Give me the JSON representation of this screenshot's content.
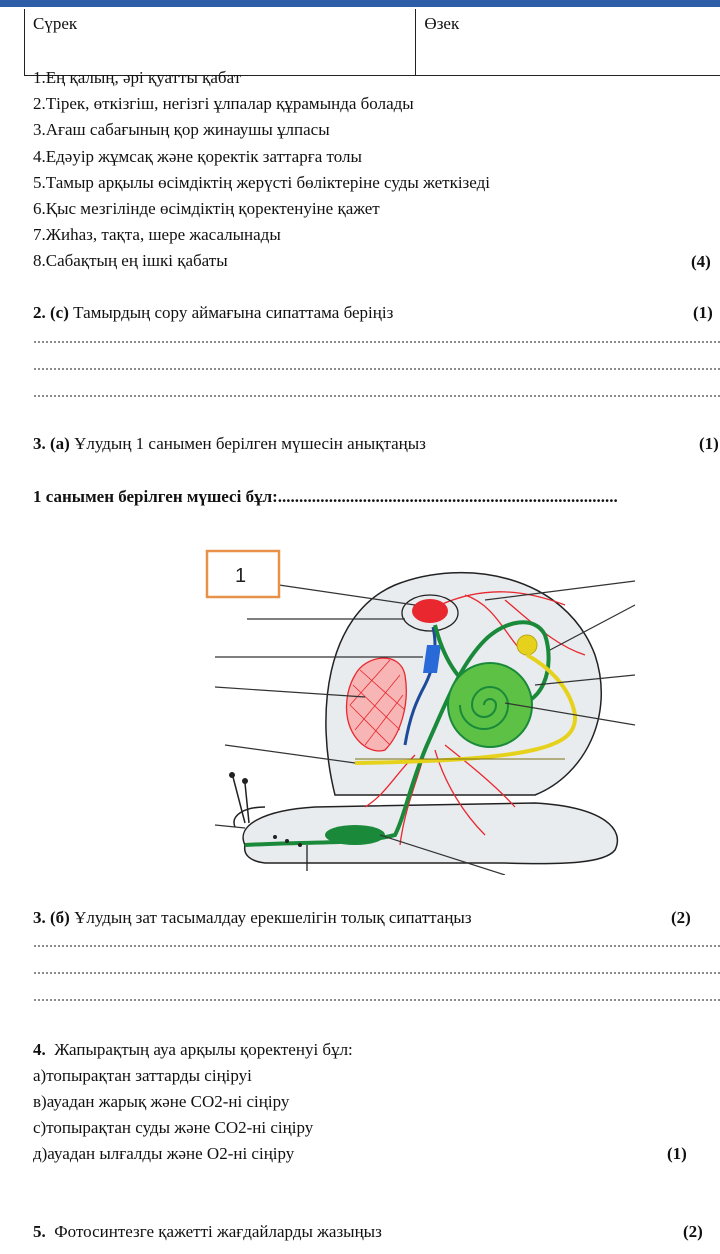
{
  "table": {
    "col1": "Сүрек",
    "col2": "Өзек"
  },
  "q1": {
    "items": [
      "1.Ең қалың, әрі қуатты қабат",
      "2.Тірек, өткізгіш, негізгі ұлпалар құрамында болады",
      "3.Ағаш сабағының қор жинаушы ұлпасы",
      "4.Едәуір жұмсақ және қоректік заттарға толы",
      "5.Тамыр арқылы өсімдіктің жерүсті бөліктеріне суды жеткізеді",
      "6.Қыс мезгілінде өсімдіктің қоректенуіне қажет",
      "7.Жиһаз, тақта, шере жасалынады",
      "8.Сабақтың ең ішкі қабаты"
    ],
    "marks": "(4)"
  },
  "q2": {
    "num": "2. (c)",
    "text": "Тамырдың сору аймағына сипаттама беріңіз",
    "marks": "(1)"
  },
  "q3a": {
    "num": "3. (а)",
    "text": "Ұлудың 1  санымен берілген мүшесін анықтаңыз",
    "marks": "(1)",
    "answer": "1 санымен берілген мүшесі бұл:................................................................................"
  },
  "figure": {
    "label": "1"
  },
  "q3b": {
    "num": "3. (б)",
    "text": "Ұлудың зат тасымалдау ерекшелігін толық сипаттаңыз",
    "marks": "(2)"
  },
  "q4": {
    "num": "4.",
    "text": "Жапырақтың ауа арқылы қоректенуі бұл:",
    "options": [
      "а)топырақтан заттарды сіңіруі",
      "в)ауадан жарық және CO2-ні сіңіру",
      "с)топырақтан суды және CO2-ні сіңіру",
      "д)ауадан ылғалды және O2-ні сіңіру"
    ],
    "marks": "(1)"
  },
  "q5": {
    "num": "5.",
    "text": "Фотосинтезге қажетті жағдайларды жазыңыз",
    "marks": "(2)"
  },
  "colors": {
    "topbar": "#2f5ea8",
    "label_border": "#e8914a",
    "heart": "#e8282e",
    "vessel": "#1a8a3a",
    "lung": "#e8282e",
    "yellow": "#e6d21c",
    "blue": "#2a6ad8"
  }
}
